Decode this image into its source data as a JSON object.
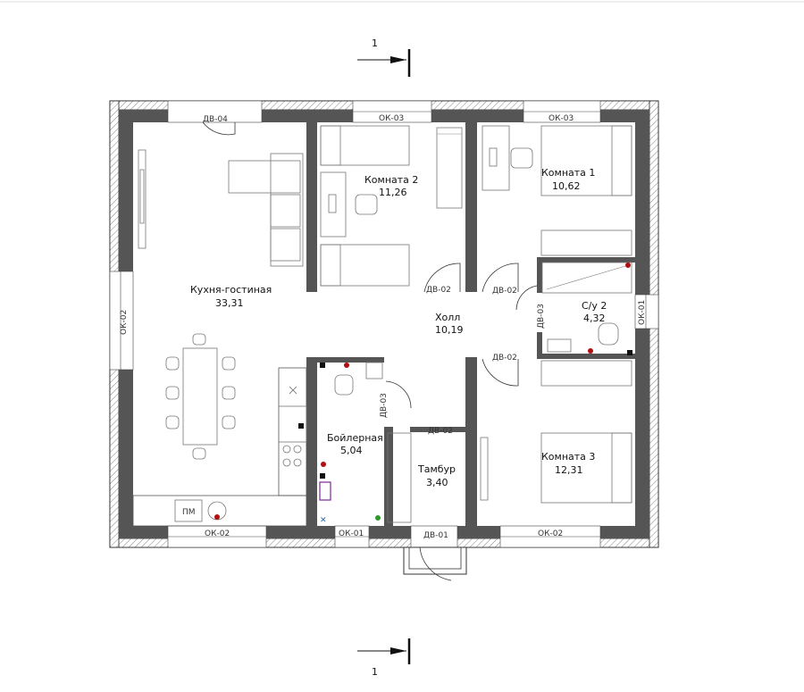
{
  "rooms": {
    "kitchen": {
      "name": "Кухня-гостиная",
      "area": "33,31"
    },
    "room2": {
      "name": "Комната 2",
      "area": "11,26"
    },
    "room1": {
      "name": "Комната 1",
      "area": "10,62"
    },
    "hall": {
      "name": "Холл",
      "area": "10,19"
    },
    "wc2": {
      "name": "С/у 2",
      "area": "4,32"
    },
    "boiler": {
      "name": "Бойлерная",
      "area": "5,04"
    },
    "vestibule": {
      "name": "Тамбур",
      "area": "3,40"
    },
    "room3": {
      "name": "Комната 3",
      "area": "12,31"
    }
  },
  "windows": {
    "ok01": "ОК-01",
    "ok02": "ОК-02",
    "ok03": "ОК-03"
  },
  "doors": {
    "dv01": "ДВ-01",
    "dv02": "ДВ-02",
    "dv03": "ДВ-03",
    "dv04": "ДВ-04"
  },
  "section_mark": "1",
  "pm_label": "ПМ"
}
